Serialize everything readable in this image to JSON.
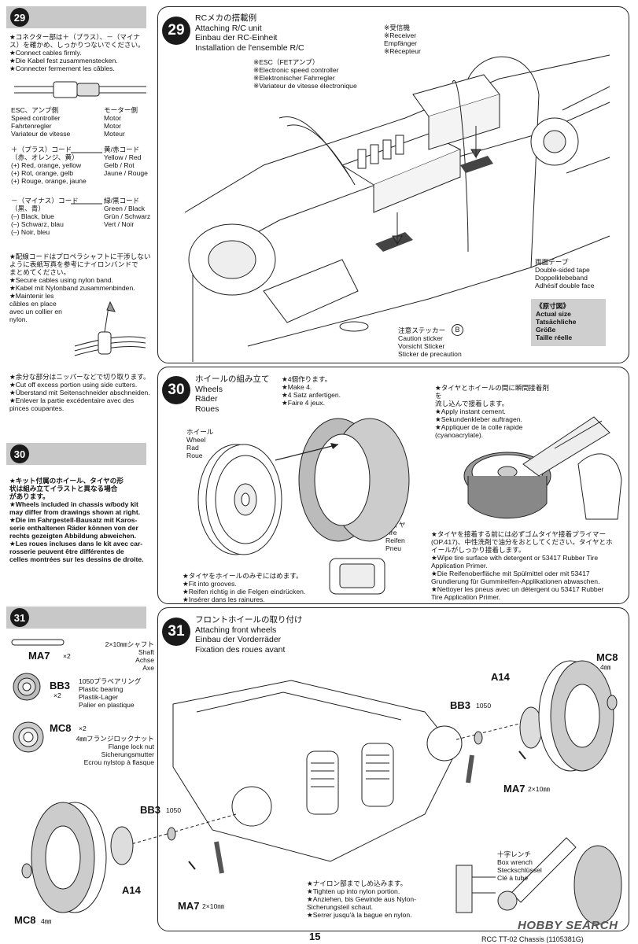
{
  "page_number": "15",
  "footer_title": "RCC TT-02 Chassis (1105381G)",
  "watermark": "HOBBY SEARCH",
  "left": {
    "s29": {
      "num": "29",
      "intro": "★コネクター部は＋（プラス）、－（マイナ\nス）を確かめ、しっかりつないでください。\n★Connect cables firmly.\n★Die Kabel fest zusammenstecken.\n★Connecter fermement les câbles.",
      "esc": "ESC、アンプ側\nSpeed controller\nFahrtenregler\nVariateur de vitesse",
      "motor": "モーター側\nMotor\nMotor\nMoteur",
      "plus_left": "＋（プラス）コード\n（赤、オレンジ、黄）\n(+) Red, orange, yellow\n(+) Rot, orange, gelb\n(+) Rouge, orange, jaune",
      "plus_right": "黄/赤コード\nYellow / Red\nGelb / Rot\nJaune / Rouge",
      "minus_left": "－（マイナス）コード\n（黒、青）\n(–) Black, blue\n(–) Schwarz, blau\n(–) Noir, bleu",
      "minus_right": "緑/黒コード\nGreen / Black\nGrün / Schwarz\nVert / Noir",
      "nylon": "★配線コードはプロペラシャフトに干渉しない\nように表紙写真を参考にナイロンバンドで\nまとめてください。\n★Secure cables using nylon band.\n★Kabel mit Nylonband zusammenbinden.\n★Maintenir      les\ncâbles en place\navec un collier en\nnylon.",
      "cut": "★余分な部分はニッパーなどで切り取ります。\n★Cut off excess portion using side cutters.\n★Überstand mit Seitenschneider abschneiden.\n★Enlever la partie excédentaire avec des\npinces coupantes."
    },
    "s30": {
      "num": "30",
      "note": "★キット付属のホイール、タイヤの形\n状は組み立てイラストと異なる場合\nがあります。\n★Wheels included in chassis w/body kit\nmay differ from drawings shown at right.\n★Die im Fahrgestell-Bausatz mit Karos-\nserie enthaltenen Räder können von der\nrechts gezeigten Abbildung abweichen.\n★Les roues incluses dans le kit avec car-\nrosserie peuvent être différentes de\ncelles montrées sur les dessins de droite."
    },
    "s31": {
      "num": "31",
      "ma7_code": "MA7",
      "ma7_qty": "×2",
      "ma7_desc": "2×10㎜シャフト\nShaft\nAchse\nAxe",
      "bb3_code": "BB3",
      "bb3_qty": "×2",
      "bb3_desc": "1050プラベアリング\nPlastic bearing\nPlastik-Lager\nPalier en plastique",
      "mc8_code": "MC8",
      "mc8_qty": "×2",
      "mc8_desc": "4㎜フランジロックナット\nFlange lock nut\nSicherungsmutter\nEcrou nylstop à flasque"
    }
  },
  "step29": {
    "num": "29",
    "title": "RCメカの搭載例\nAttaching R/C unit\nEinbau der RC-Einheit\nInstallation de l'ensemble R/C",
    "receiver": "※受信機\n※Receiver\nEmpfänger\n※Récepteur",
    "esc": "※ESC（FETアンプ）\n※Electronic speed controller\n※Elektronischer Fahrregler\n※Variateur de vitesse électronique",
    "tape": "両面テープ\nDouble-sided tape\nDoppelklebeband\nAdhésif double face",
    "actual": "《原寸図》\nActual size\nTatsächliche\nGröße\nTaille réelle",
    "caution": "注意ステッカー\nCaution sticker\nVorsicht Sticker\nSticker de precaution",
    "sticker_letter": "B"
  },
  "step30": {
    "num": "30",
    "title": "ホイールの組み立て\nWheels\nRäder\nRoues",
    "make4": "★4個作ります。\n★Make 4.\n★4 Satz anfertigen.\n★Faire 4 jeux.",
    "wheel": "ホイール\nWheel\nRad\nRoue",
    "tire": "タイヤ\nTire\nReifen\nPneu",
    "fit": "★タイヤをホイールのみぞにはめます。\n★Fit into grooves.\n★Reifen richtig in die Felgen eindrücken.\n★Insérer dans les rainures.",
    "cement": "★タイヤとホイールの間に瞬間接着剤を\n流し込んで接着します。\n★Apply instant cement.\n★Sekundenkleber auftragen.\n★Appliquer de la colle rapide\n(cyanoacrylate).",
    "primer": "★タイヤを接着する前には必ずゴムタイヤ接着プライマー\n(OP.417)、中性洗剤で油分をおとしてください。タイヤとホ\nイールがしっかり接着します。\n★Wipe tire surface with detergent or 53417 Rubber Tire\nApplication Primer.\n★Die Reifenoberfläche mit Spülmittel oder mit 53417\nGrundierung für Gummireifen-Applikationen abwaschen.\n★Nettoyer les pneus avec un détergent ou 53417 Rubber\nTire Application Primer."
  },
  "step31": {
    "num": "31",
    "title": "フロントホイールの取り付け\nAttaching front wheels\nEinbau der Vorderräder\nFixation des roues avant",
    "a14": "A14",
    "mc8": "MC8",
    "mm4": "4㎜",
    "bb3": "BB3",
    "bb3_size": "1050",
    "ma7": "MA7",
    "ma7_size": "2×10㎜",
    "wrench": "十字レンチ\nBox wrench\nSteckschlüssel\nClé à tube",
    "tighten": "★ナイロン部までしめ込みます。\n★Tighten up into nylon portion.\n★Anziehen, bis Gewinde aus Nylon-\nSicherungsteil schaut.\n★Serrer jusqu'à la bague en nylon."
  }
}
